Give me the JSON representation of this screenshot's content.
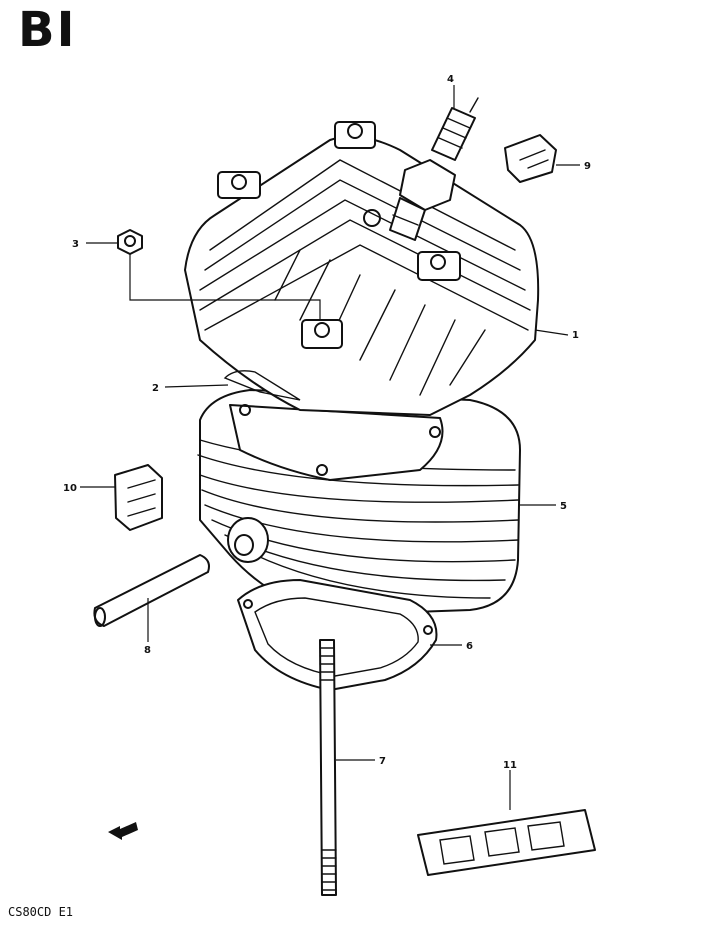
{
  "title": "BI",
  "footer_code": "CS80CD E1",
  "callouts": [
    {
      "id": "1",
      "label": "1"
    },
    {
      "id": "2",
      "label": "2"
    },
    {
      "id": "3",
      "label": "3"
    },
    {
      "id": "4",
      "label": "4"
    },
    {
      "id": "5",
      "label": "5"
    },
    {
      "id": "6",
      "label": "6"
    },
    {
      "id": "7",
      "label": "7"
    },
    {
      "id": "8",
      "label": "8"
    },
    {
      "id": "9",
      "label": "9"
    },
    {
      "id": "10",
      "label": "10"
    },
    {
      "id": "11",
      "label": "11"
    }
  ]
}
